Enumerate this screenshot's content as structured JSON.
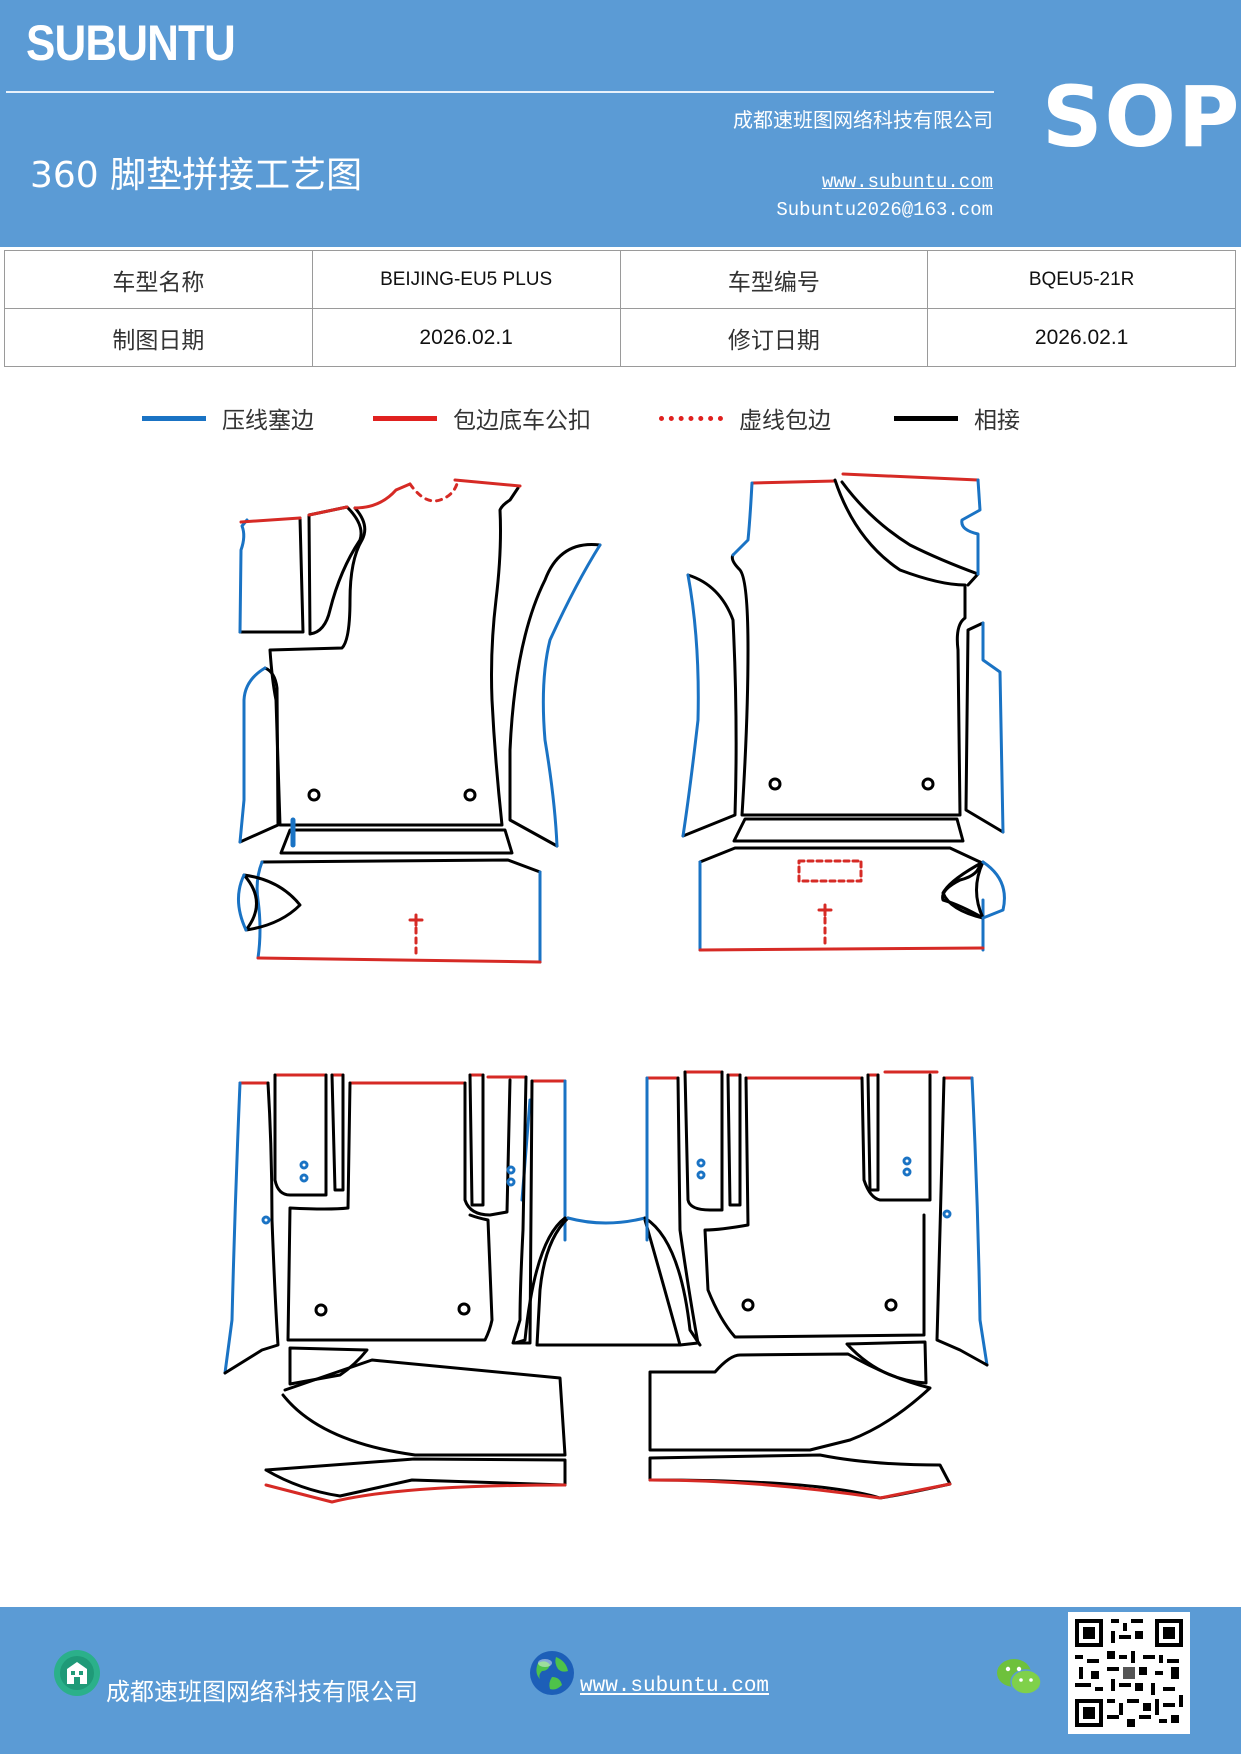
{
  "header": {
    "brand": "SUBUNTU",
    "company": "成都速班图网络科技有限公司",
    "title": "360 脚垫拼接工艺图",
    "website": "www.subuntu.com",
    "email": "Subuntu2026@163.com",
    "badge": "SOP"
  },
  "info_table": {
    "rows": [
      [
        {
          "label": "车型名称"
        },
        {
          "value": "BEIJING-EU5 PLUS"
        },
        {
          "label": "车型编号"
        },
        {
          "value": "BQEU5-21R"
        }
      ],
      [
        {
          "label": "制图日期"
        },
        {
          "value": "2026.02.1"
        },
        {
          "label": "修订日期"
        },
        {
          "value": "2026.02.1"
        }
      ]
    ]
  },
  "legend": [
    {
      "label": "压线塞边",
      "color": "#1a73c4",
      "style": "solid"
    },
    {
      "label": "包边底车公扣",
      "color": "#e0211f",
      "style": "solid"
    },
    {
      "label": "虚线包边",
      "color": "#e0211f",
      "style": "dotted"
    },
    {
      "label": "相接",
      "color": "#000000",
      "style": "solid"
    }
  ],
  "diagram": {
    "colors": {
      "press_line": "#1a73c4",
      "edge_wrap": "#d62a25",
      "joint": "#000000"
    }
  },
  "footer": {
    "company": "成都速班图网络科技有限公司",
    "website": "www.subuntu.com",
    "icons": [
      "building-icon",
      "globe-icon",
      "wechat-icon",
      "qr-code"
    ]
  }
}
